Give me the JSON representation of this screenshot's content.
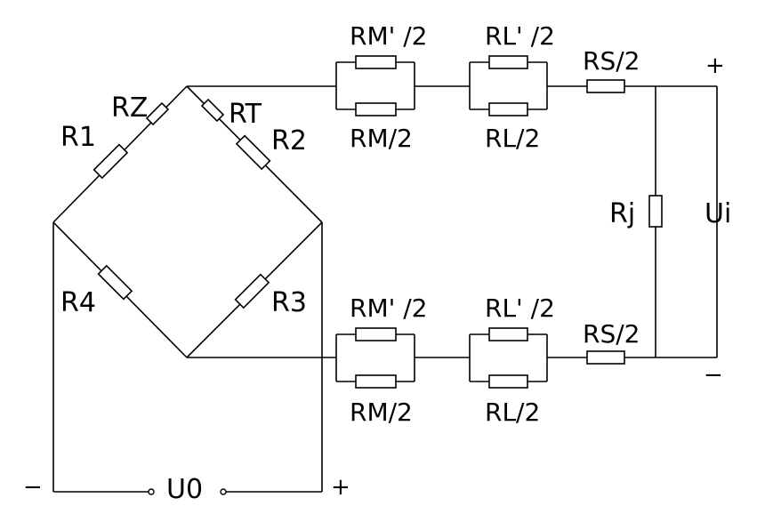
{
  "labels": {
    "rz": "RZ",
    "rt": "RT",
    "r1": "R1",
    "r2": "R2",
    "r3": "R3",
    "r4": "R4",
    "rm_prime_top": "RM' /2",
    "rm_top": "RM/2",
    "rl_prime_top": "RL' /2",
    "rl_top": "RL/2",
    "rs_top": "RS/2",
    "rm_prime_bottom": "RM' /2",
    "rm_bottom": "RM/2",
    "rl_prime_bottom": "RL' /2",
    "rl_bottom": "RL/2",
    "rs_bottom": "RS/2",
    "rj": "Rj",
    "ui": "Ui",
    "uo": "U0"
  },
  "signs": {
    "ui_plus": "+",
    "ui_minus": "−",
    "uo_minus": "−",
    "uo_plus": "+"
  }
}
